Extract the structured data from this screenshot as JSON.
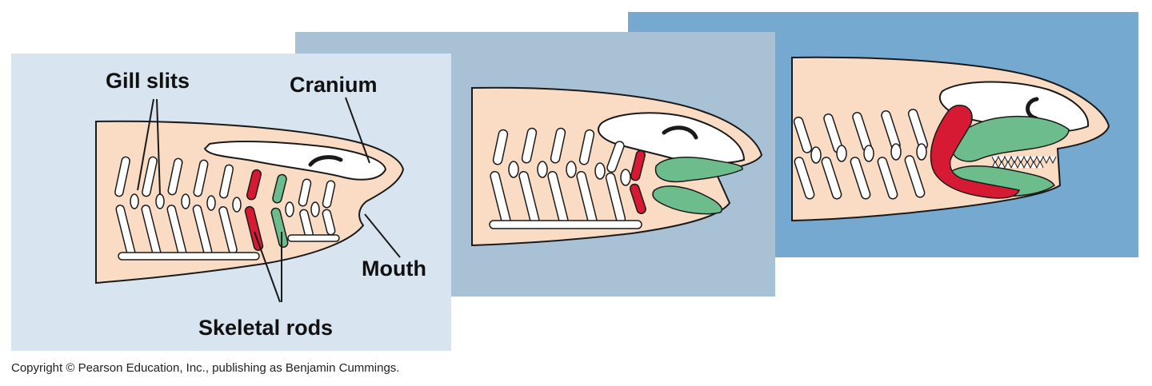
{
  "labels": {
    "gill_slits": "Gill slits",
    "cranium": "Cranium",
    "mouth": "Mouth",
    "skeletal_rods": "Skeletal rods"
  },
  "copyright": "Copyright © Pearson Education, Inc., publishing as Benjamin Cummings.",
  "colors": {
    "panel1_bg": "#d8e4ef",
    "panel2_bg": "#a9c1d5",
    "panel3_bg": "#75a9d0",
    "body_fill": "#fadcc4",
    "outline": "#1a1a1a",
    "bone": "#ffffff",
    "red_rod": "#d71a33",
    "green_rod": "#6dbc8c"
  }
}
